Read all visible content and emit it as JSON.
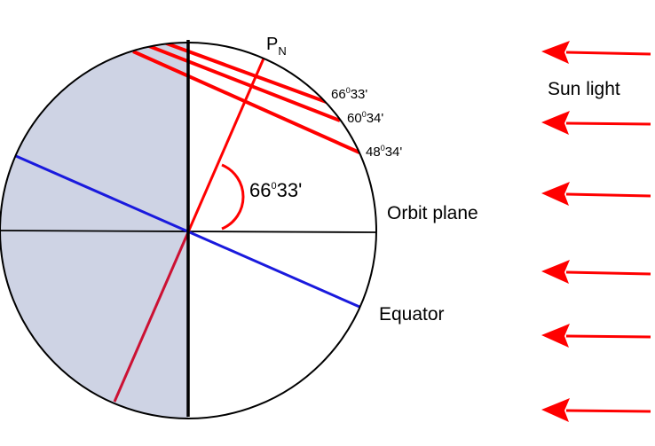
{
  "labels": {
    "pole_main": "P",
    "pole_sub": "N",
    "sun_light": "Sun light",
    "orbit_plane": "Orbit plane",
    "equator": "Equator",
    "tilt_angle": {
      "base": "66",
      "sup": "0",
      "rest": "33'"
    },
    "lat_1": {
      "base": "66",
      "sup": "0",
      "rest": "33'"
    },
    "lat_2": {
      "base": "60",
      "sup": "0",
      "rest": "34'"
    },
    "lat_3": {
      "base": "48",
      "sup": "0",
      "rest": "34'"
    }
  },
  "colors": {
    "night_fill": "#ced3e4",
    "outline": "#000000",
    "axis": "#ff0000",
    "axis_on_night": "#cc1133",
    "equator": "#1a1add",
    "sun_arrow": "#ff0000"
  },
  "sun_arrows": {
    "count": 6,
    "direction": "left"
  }
}
